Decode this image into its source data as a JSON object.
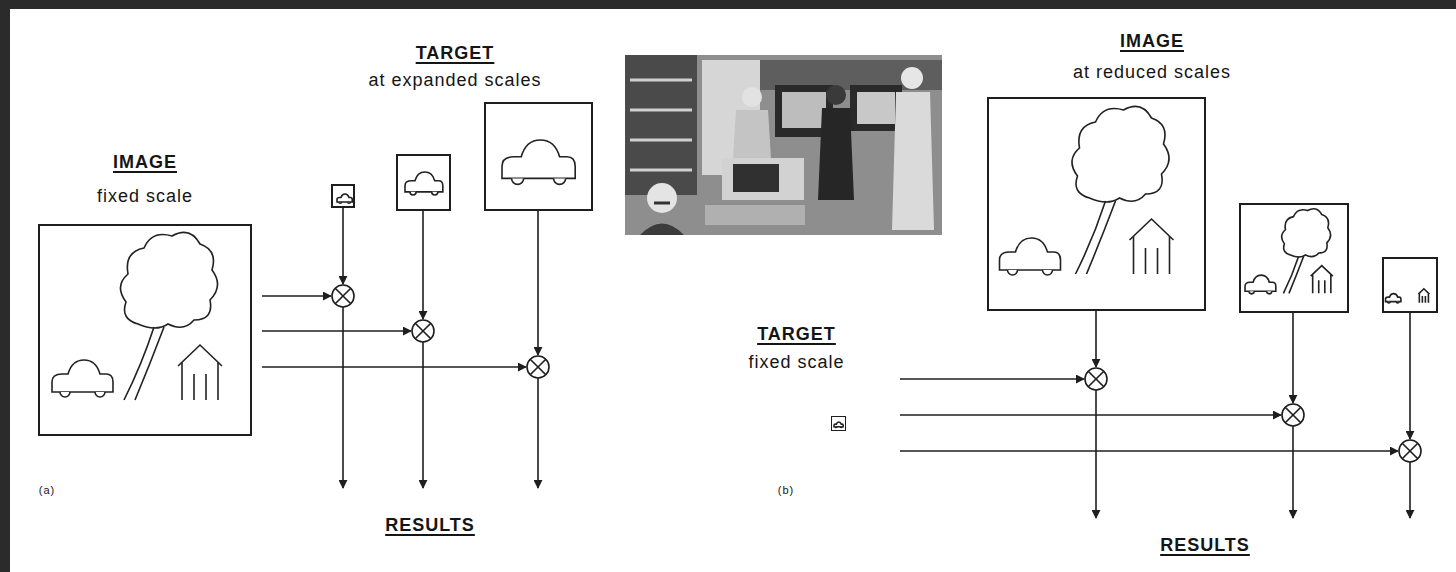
{
  "diagram": {
    "nodes": [
      {
        "text": [
          "IMAGE",
          "fixed scale"
        ]
      },
      {
        "text": [
          "TARGET",
          "fixed scale"
        ]
      }
    ],
    "labels": [
      "TARGET",
      "at expanded scales",
      "(a)",
      "RESULTS",
      "IMAGE",
      "at reduced scales",
      "(b)",
      "RESULTS"
    ]
  }
}
